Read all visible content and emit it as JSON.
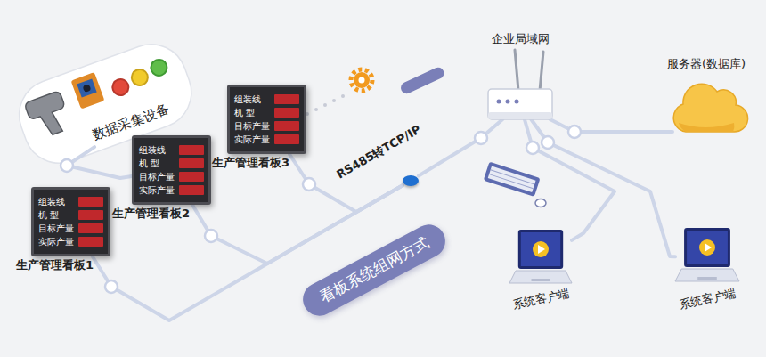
{
  "diagram": {
    "title": "看板系统组网方式",
    "nodes": [
      {
        "text": [
          "数据采集设备"
        ]
      },
      {
        "text": [
          "生产管理看板1",
          "组装线",
          "机 型",
          "目标产量",
          "实际产量"
        ]
      },
      {
        "text": [
          "生产管理看板2",
          "组装线",
          "机 型",
          "目标产量",
          "实际产量"
        ]
      },
      {
        "text": [
          "生产管理看板3",
          "组装线",
          "机 型",
          "目标产量",
          "实际产量"
        ]
      },
      {
        "text": [
          "RS485转TCP/IP"
        ]
      },
      {
        "text": [
          "企业局域网"
        ]
      },
      {
        "text": [
          "服务器(数据库)"
        ]
      },
      {
        "text": [
          "系统客户端"
        ]
      },
      {
        "text": [
          "系统客户端"
        ]
      }
    ],
    "edges": [
      {
        "from": 0,
        "to": 2,
        "arrow": "none"
      },
      {
        "from": 1,
        "to": 4,
        "arrow": "none"
      },
      {
        "from": 2,
        "to": 4,
        "arrow": "none"
      },
      {
        "from": 3,
        "to": 4,
        "arrow": "none"
      },
      {
        "from": 4,
        "to": 5,
        "arrow": "none"
      },
      {
        "from": 5,
        "to": 6,
        "arrow": "none"
      },
      {
        "from": 5,
        "to": 7,
        "arrow": "none"
      },
      {
        "from": 5,
        "to": 8,
        "arrow": "none"
      }
    ]
  }
}
